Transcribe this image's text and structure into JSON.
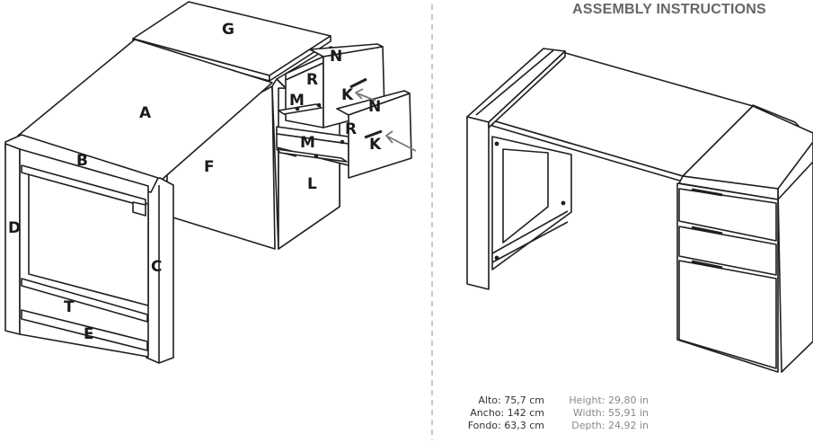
{
  "title": "ASSEMBLY INSTRUCTIONS",
  "part_labels": {
    "A": "A",
    "B": "B",
    "C": "C",
    "D": "D",
    "E": "E",
    "F": "F",
    "G": "G",
    "L": "L",
    "T": "T",
    "N_top": "N",
    "R_top": "R",
    "M_top": "M",
    "K_top": "K",
    "N_bottom": "N",
    "R_bottom": "R",
    "M_bottom": "M",
    "K_bottom": "K"
  },
  "dimensions": {
    "metric": {
      "height": "Alto: 75,7 cm",
      "width": "Ancho: 142 cm",
      "depth": "Fondo: 63,3 cm"
    },
    "imperial": {
      "height": "Height: 29,80 in",
      "width": "Width: 55,91 in",
      "depth": "Depth: 24,92 in"
    }
  },
  "colors": {
    "line": "#1f1f1f",
    "panel_fill": "#ffffff",
    "divider": "#b5b5b5",
    "arrow": "#777777",
    "title": "#666666",
    "metric_text": "#333333",
    "imperial_text": "#8a8a8a"
  }
}
